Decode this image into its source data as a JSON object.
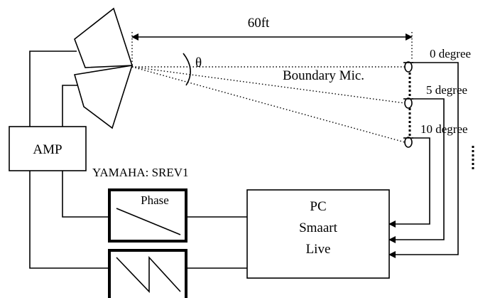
{
  "distance_label": "60ft",
  "angle_symbol": "θ",
  "mic_label": "Boundary Mic.",
  "angles": [
    "0 degree",
    "5 degree",
    "10 degree"
  ],
  "amp_label": "AMP",
  "device_label": "YAMAHA: SREV1",
  "phase_label": "Phase",
  "pc_lines": [
    "PC",
    "Smaart",
    "Live"
  ]
}
